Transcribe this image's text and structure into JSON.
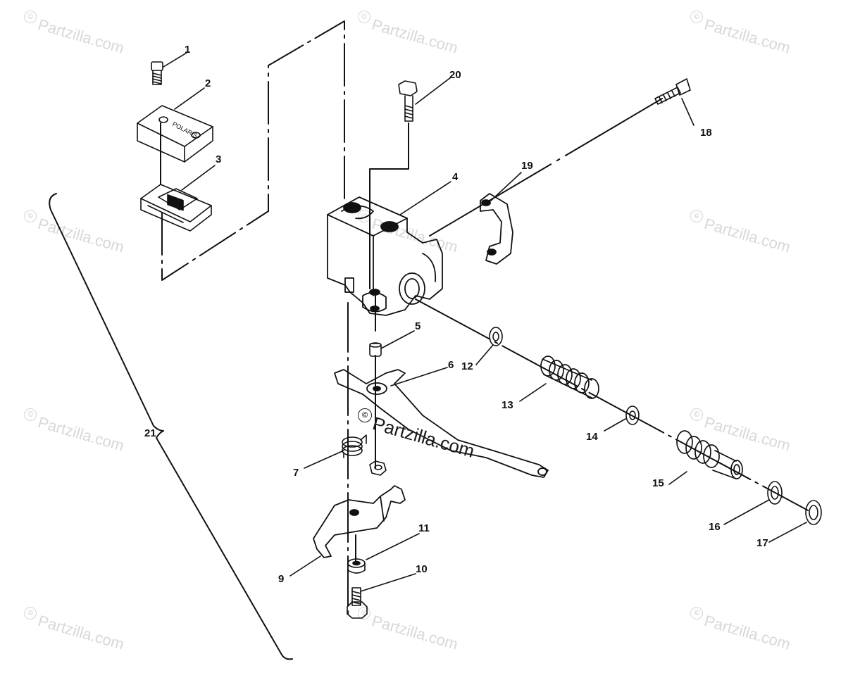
{
  "watermark": {
    "symbol": "©",
    "text": "Partzilla.com",
    "center_text": "Partzilla.com"
  },
  "callouts": [
    "1",
    "2",
    "3",
    "4",
    "5",
    "6",
    "7",
    "9",
    "10",
    "11",
    "12",
    "13",
    "14",
    "15",
    "16",
    "17",
    "18",
    "19",
    "20",
    "21"
  ],
  "colors": {
    "ink": "#111111",
    "watermark": "#d6d6d6",
    "background": "#ffffff"
  }
}
